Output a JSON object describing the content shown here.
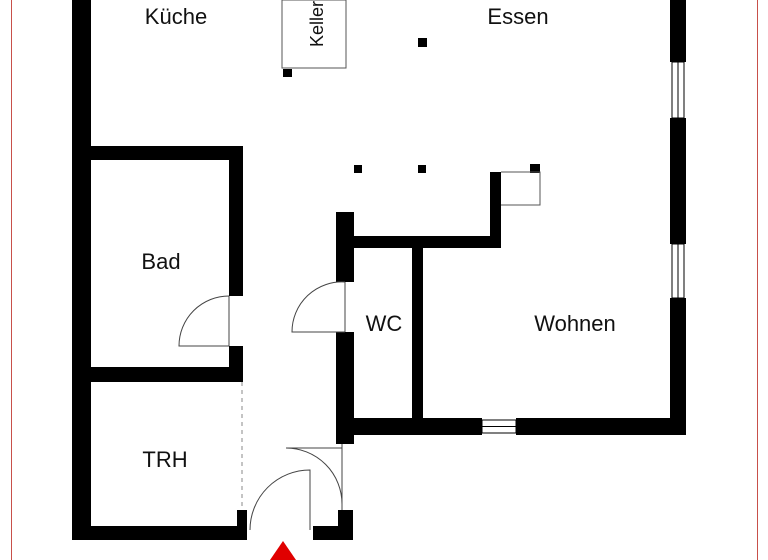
{
  "floorplan": {
    "rooms": {
      "kueche": "Küche",
      "essen": "Essen",
      "keller": "Keller",
      "bad": "Bad",
      "wc": "WC",
      "wohnen": "Wohnen",
      "trh": "TRH"
    },
    "colors": {
      "wall": "#000000",
      "background": "#ffffff",
      "frame": "#c8504a",
      "entrance_marker": "#e00000"
    }
  }
}
